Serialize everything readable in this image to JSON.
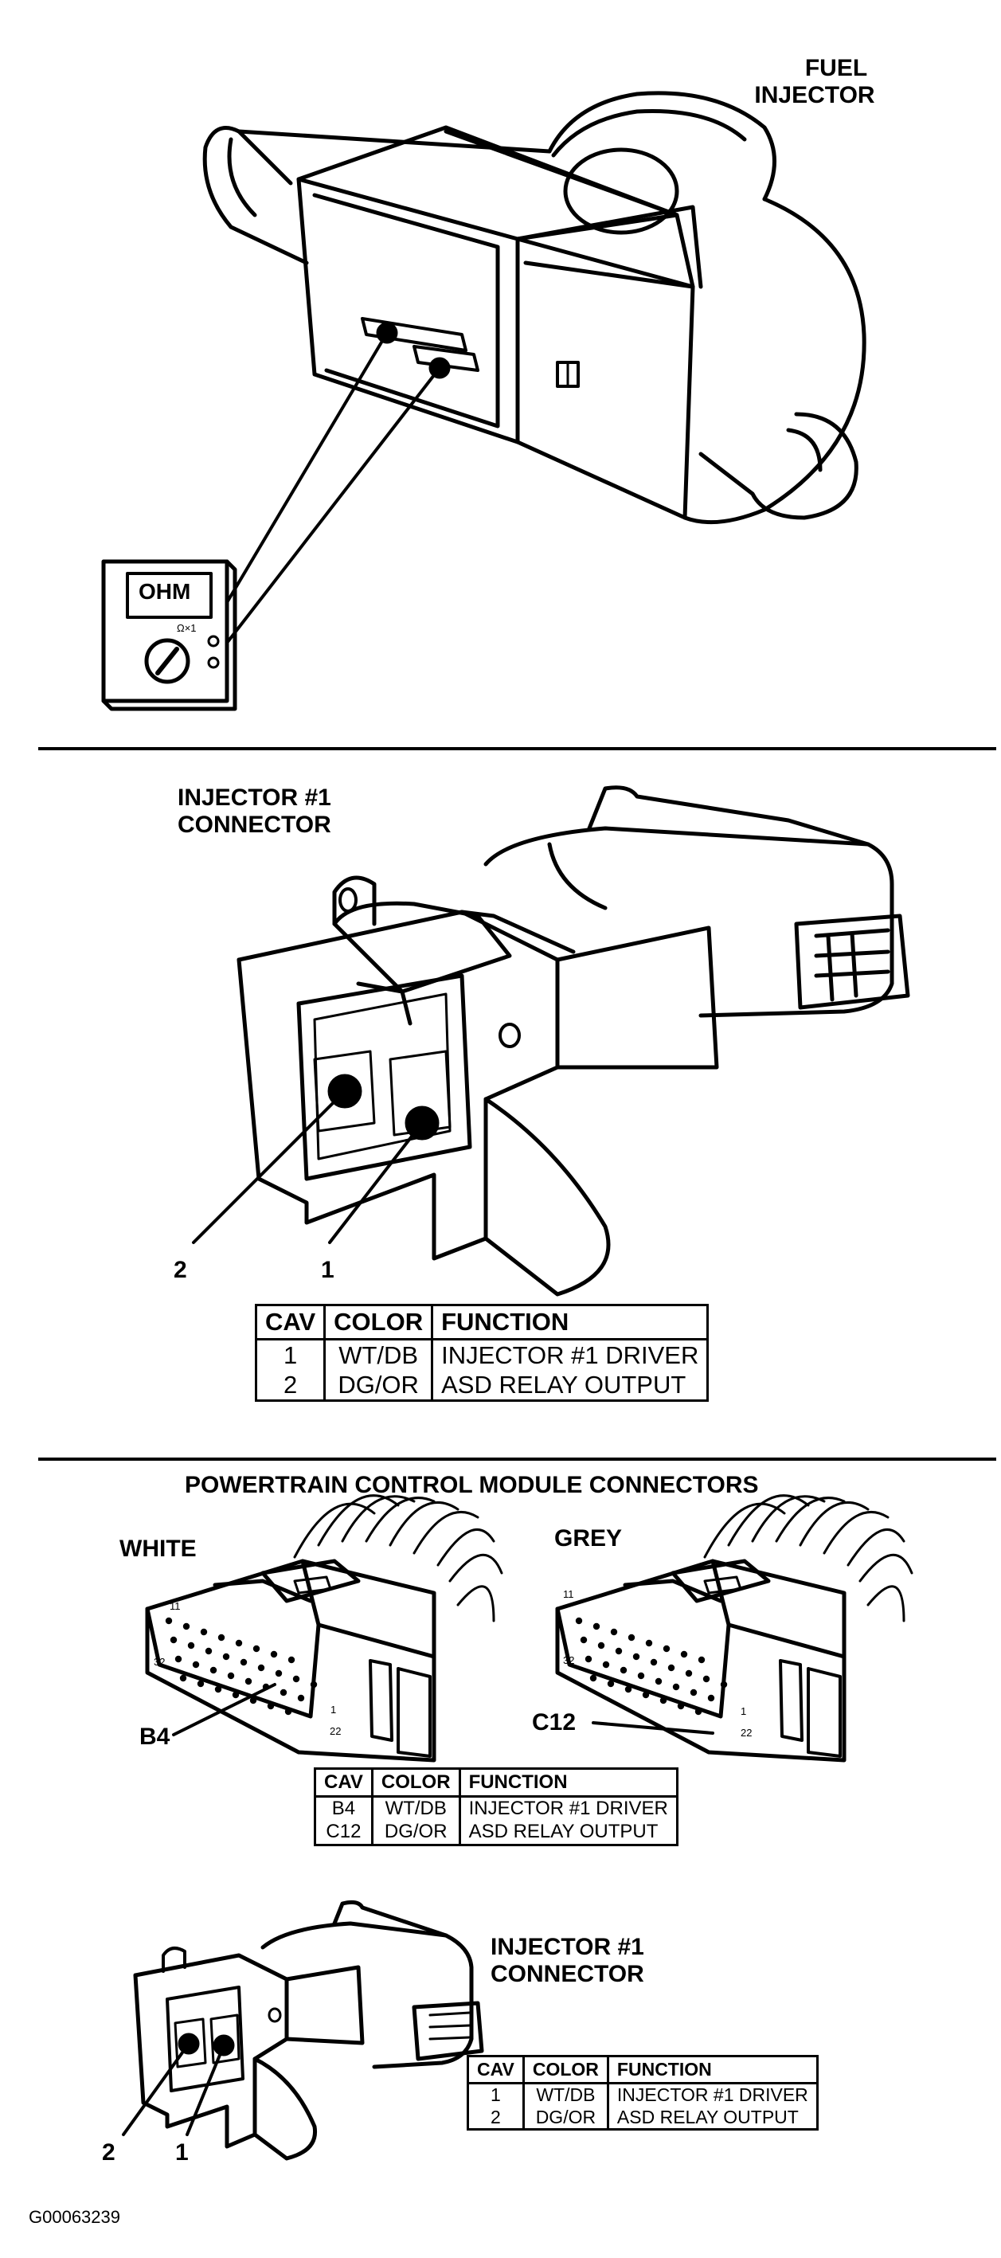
{
  "fuel_injector_label": [
    "FUEL",
    "INJECTOR"
  ],
  "meter": {
    "display": "OHM",
    "range": "Ω×1"
  },
  "injector1_connector_label": [
    "INJECTOR #1",
    "CONNECTOR"
  ],
  "pin_labels": {
    "pin2": "2",
    "pin1": "1"
  },
  "pcm_title": "POWERTRAIN CONTROL MODULE CONNECTORS",
  "white_label": "WHITE",
  "grey_label": "GREY",
  "cavity_numbers": {
    "n11": "11",
    "n32": "32",
    "n1": "1",
    "n22": "22"
  },
  "callouts": {
    "b4": "B4",
    "c12": "C12"
  },
  "tables": [
    {
      "headers": [
        "CAV",
        "COLOR",
        "FUNCTION"
      ],
      "rows": [
        [
          "1\n2",
          "WT/DB\nDG/OR",
          "INJECTOR #1 DRIVER\nASD RELAY OUTPUT"
        ]
      ]
    },
    {
      "headers": [
        "CAV",
        "COLOR",
        "FUNCTION"
      ],
      "rows": [
        [
          "B4\nC12",
          "WT/DB\nDG/OR",
          "INJECTOR #1 DRIVER\nASD RELAY OUTPUT"
        ]
      ]
    },
    {
      "headers": [
        "CAV",
        "COLOR",
        "FUNCTION"
      ],
      "rows": [
        [
          "1\n2",
          "WT/DB\nDG/OR",
          "INJECTOR #1 DRIVER\nASD RELAY OUTPUT"
        ]
      ]
    }
  ],
  "doc_id": "G00063239"
}
